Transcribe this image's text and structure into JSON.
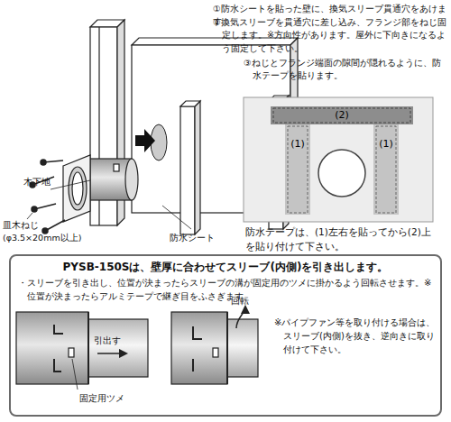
{
  "diagram": {
    "nodes": [
      {
        "text": [
          "(2)"
        ]
      },
      {
        "text": [
          "(1)"
        ]
      },
      {
        "text": [
          "(1)"
        ]
      },
      {
        "text": [
          "PYSB-150Sは、壁厚に合わせてスリーブ(内側)を引き出します。",
          "・スリーブを引き出し、位置が決まったらスリーブの溝が固定用のツメに掛かるよう回転させます。※位置が決まったらアルミテープで継ぎ目をふさぎます。"
        ]
      }
    ],
    "edges": [],
    "labels": [
      "①防水シートを貼った壁に、換気スリーブ貫通穴をあけます。",
      "②換気スリーブを貫通穴に差し込み、フランジ部をねじ固定します。※方向性があります。屋外に下向きになるよう固定して下さい。",
      "③ねじとフランジ端面の隙間が隠れるように、防水テープを貼ります。",
      "木下地",
      "皿木ねじ (φ3.5×20mm以上)",
      "防水シート",
      "防水テープは、(1)左右を貼ってから(2)上を貼り付けて下さい。",
      "引出す",
      "回転",
      "固定用ツメ",
      "※パイプファン等を取り付ける場合は、スリーブ(内側)を抜き、逆向きに取り付けて下さい。"
    ]
  }
}
